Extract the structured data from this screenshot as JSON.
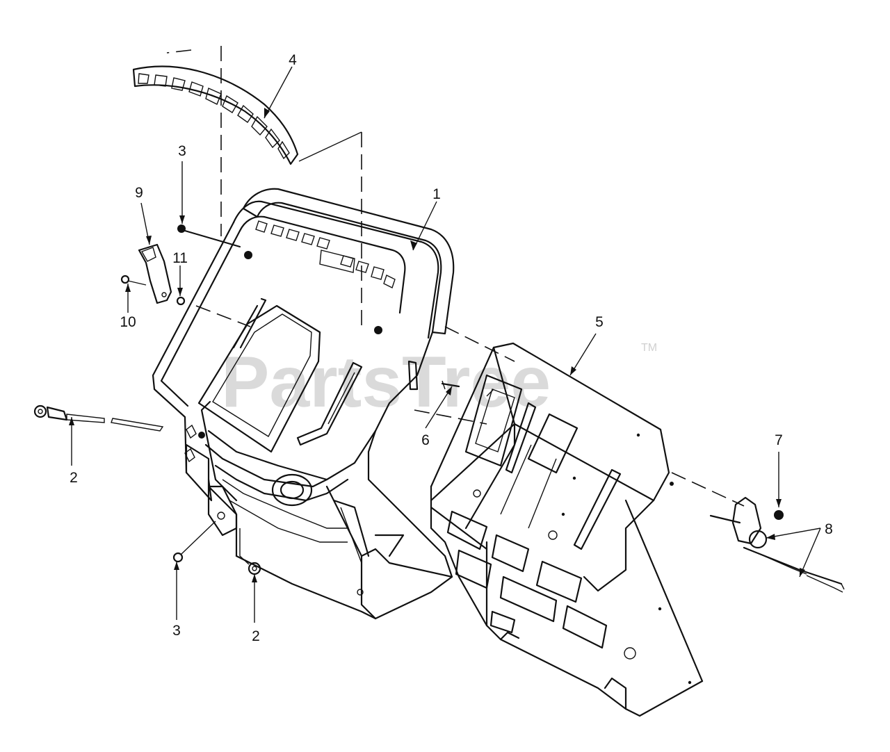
{
  "diagram": {
    "watermark": "PartsTree",
    "trademark": "TM",
    "callouts": [
      {
        "id": "c1",
        "label": "1"
      },
      {
        "id": "c2a",
        "label": "2"
      },
      {
        "id": "c2b",
        "label": "2"
      },
      {
        "id": "c3a",
        "label": "3"
      },
      {
        "id": "c3b",
        "label": "3"
      },
      {
        "id": "c4",
        "label": "4"
      },
      {
        "id": "c5",
        "label": "5"
      },
      {
        "id": "c6",
        "label": "6"
      },
      {
        "id": "c7",
        "label": "7"
      },
      {
        "id": "c8",
        "label": "8"
      },
      {
        "id": "c9",
        "label": "9"
      },
      {
        "id": "c10",
        "label": "10"
      },
      {
        "id": "c11",
        "label": "11"
      }
    ]
  }
}
